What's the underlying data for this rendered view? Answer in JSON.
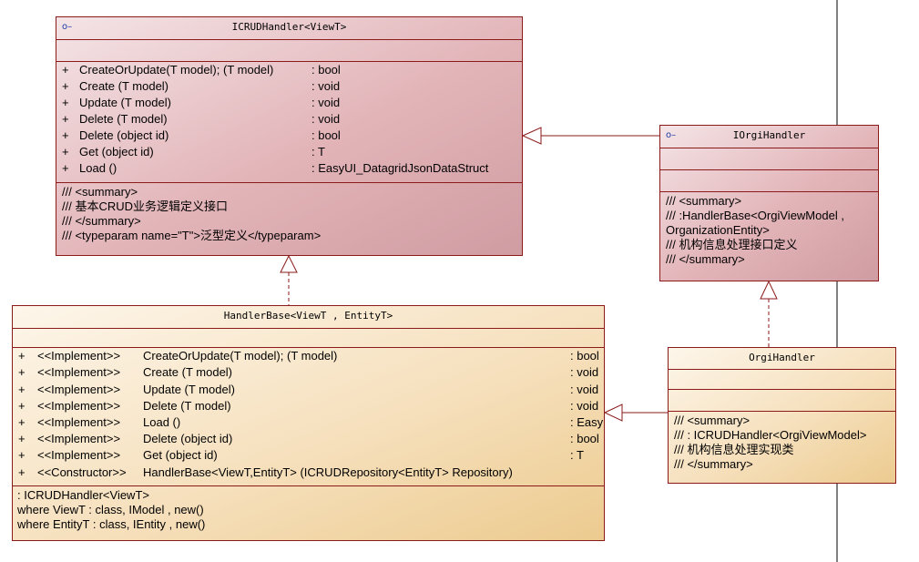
{
  "icrud": {
    "title": "ICRUDHandler<ViewT>",
    "ops": [
      {
        "vis": "+",
        "name": "CreateOrUpdate(T model); (T model)",
        "type": ": bool"
      },
      {
        "vis": "+",
        "name": "Create (T model)",
        "type": ": void"
      },
      {
        "vis": "+",
        "name": "Update (T model)",
        "type": ": void"
      },
      {
        "vis": "+",
        "name": "Delete (T model)",
        "type": ": void"
      },
      {
        "vis": "+",
        "name": "Delete (object id)",
        "type": ": bool"
      },
      {
        "vis": "+",
        "name": "Get (object id)",
        "type": ": T"
      },
      {
        "vis": "+",
        "name": "Load ()",
        "type": ": EasyUI_DatagridJsonDataStruct"
      }
    ],
    "notes": [
      "/// <summary>",
      "/// 基本CRUD业务逻辑定义接口",
      "/// </summary>",
      "/// <typeparam name=\"T\">泛型定义</typeparam>"
    ]
  },
  "iorgi": {
    "title": "IOrgiHandler",
    "notes": [
      "/// <summary>",
      "/// :HandlerBase<OrgiViewModel ,",
      "OrganizationEntity>",
      "/// 机构信息处理接口定义",
      "/// </summary>"
    ]
  },
  "handlerbase": {
    "title": "HandlerBase<ViewT , EntityT>",
    "ops": [
      {
        "vis": "+",
        "stereo": "<<Implement>>",
        "name": "CreateOrUpdate(T model); (T model)",
        "type": ": bool"
      },
      {
        "vis": "+",
        "stereo": "<<Implement>>",
        "name": "Create (T model)",
        "type": ": void"
      },
      {
        "vis": "+",
        "stereo": "<<Implement>>",
        "name": "Update (T model)",
        "type": ": void"
      },
      {
        "vis": "+",
        "stereo": "<<Implement>>",
        "name": "Delete (T model)",
        "type": ": void"
      },
      {
        "vis": "+",
        "stereo": "<<Implement>>",
        "name": "Load ()",
        "type": ": Easy"
      },
      {
        "vis": "+",
        "stereo": "<<Implement>>",
        "name": "Delete (object id)",
        "type": ": bool"
      },
      {
        "vis": "+",
        "stereo": "<<Implement>>",
        "name": "Get (object id)",
        "type": ": T"
      },
      {
        "vis": "+",
        "stereo": "<<Constructor>>",
        "name": "HandlerBase<ViewT,EntityT> (ICRUDRepository<EntityT> Repository)",
        "type": ""
      }
    ],
    "notes": [
      ": ICRUDHandler<ViewT>",
      "where ViewT : class, IModel , new()",
      "where EntityT : class, IEntity , new()"
    ]
  },
  "orgi": {
    "title": "OrgiHandler",
    "notes": [
      "/// <summary>",
      "/// : ICRUDHandler<OrgiViewModel>",
      "/// 机构信息处理实现类",
      "/// </summary>"
    ]
  },
  "colors": {
    "border": "#8b1a1a",
    "pink": "#e2b4b8",
    "tan": "#f6e0bd"
  }
}
